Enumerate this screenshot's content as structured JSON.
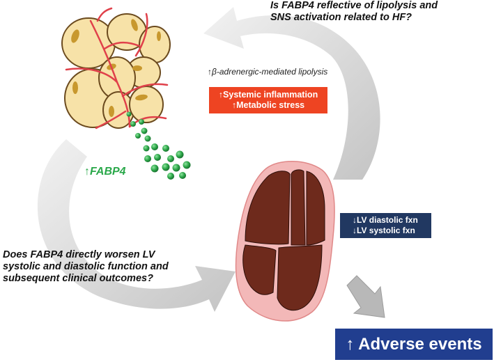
{
  "question_top": {
    "line1": "Is FABP4 reflective of lipolysis and",
    "line2": "SNS activation related to HF?"
  },
  "beta_label": "↑β-adrenergic-mediated lipolysis",
  "inflammation_box": {
    "line1": "↑Systemic inflammation",
    "line2": "↑Metabolic stress"
  },
  "fabp4_label": "↑FABP4",
  "lv_box": {
    "line1": "↓LV diastolic fxn",
    "line2": "↓LV systolic fxn"
  },
  "question_bottom": {
    "line1": "Does FABP4 directly worsen LV",
    "line2": "systolic and diastolic function and",
    "line3": "subsequent clinical outcomes?"
  },
  "adverse_box": "↑ Adverse events",
  "colors": {
    "adipocyte_fill": "#f7e2a8",
    "adipocyte_outline": "#6b4a1e",
    "nucleus": "#c8982e",
    "vessel": "#e0404a",
    "fabp4_dot": "#2ea84a",
    "heart_outer": "#f3b8b8",
    "heart_muscle": "#6e2a1c",
    "cycle_arrow": "#d3d3d3",
    "red_box": "#ee4422",
    "navy_box": "#213861",
    "adverse_box": "#213e8f"
  }
}
